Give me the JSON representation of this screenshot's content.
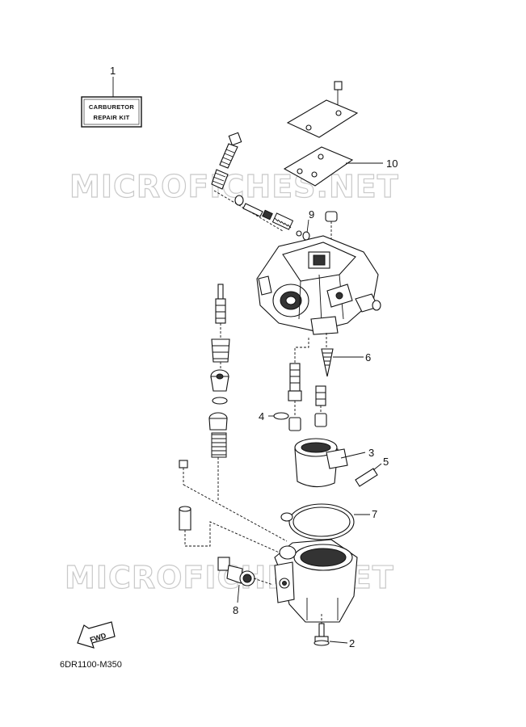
{
  "watermark": "MICROFICHES.NET",
  "kit_label": {
    "line1": "CARBURETOR",
    "line2": "REPAIR KIT"
  },
  "callouts": {
    "c1": "1",
    "c2": "2",
    "c3": "3",
    "c4": "4",
    "c5": "5",
    "c6": "6",
    "c7": "7",
    "c8": "8",
    "c9": "9",
    "c10": "10"
  },
  "fwd_label": "FWD",
  "diagram_code": "6DR1100-M350"
}
